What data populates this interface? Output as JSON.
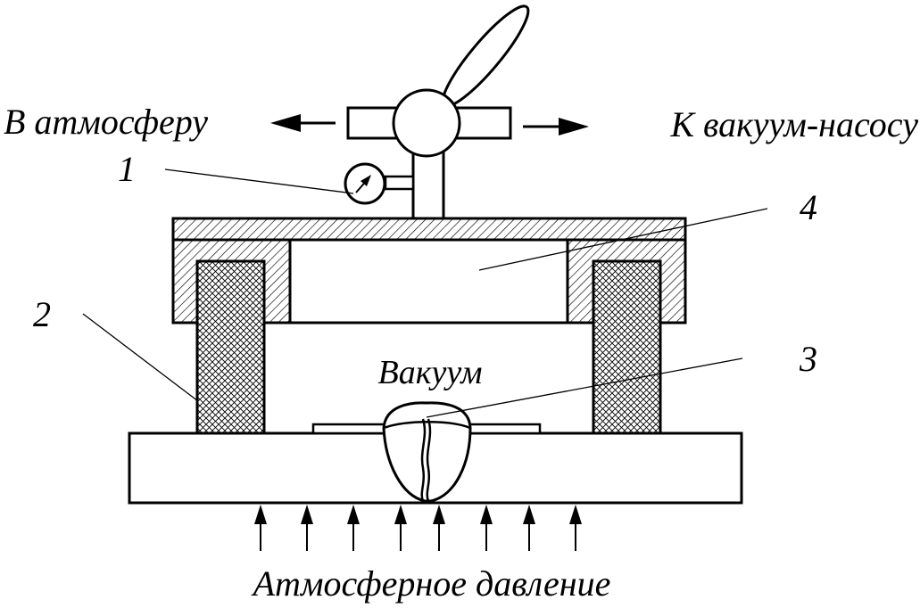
{
  "labels": {
    "to_atmosphere": "В атмосферу",
    "to_vacuum_pump": "К вакуум-насосу",
    "vacuum": "Вакуум",
    "atmospheric_pressure": "Атмосферное давление"
  },
  "callouts": {
    "gauge": "1",
    "seal_ring": "2",
    "weld": "3",
    "chamber": "4"
  }
}
